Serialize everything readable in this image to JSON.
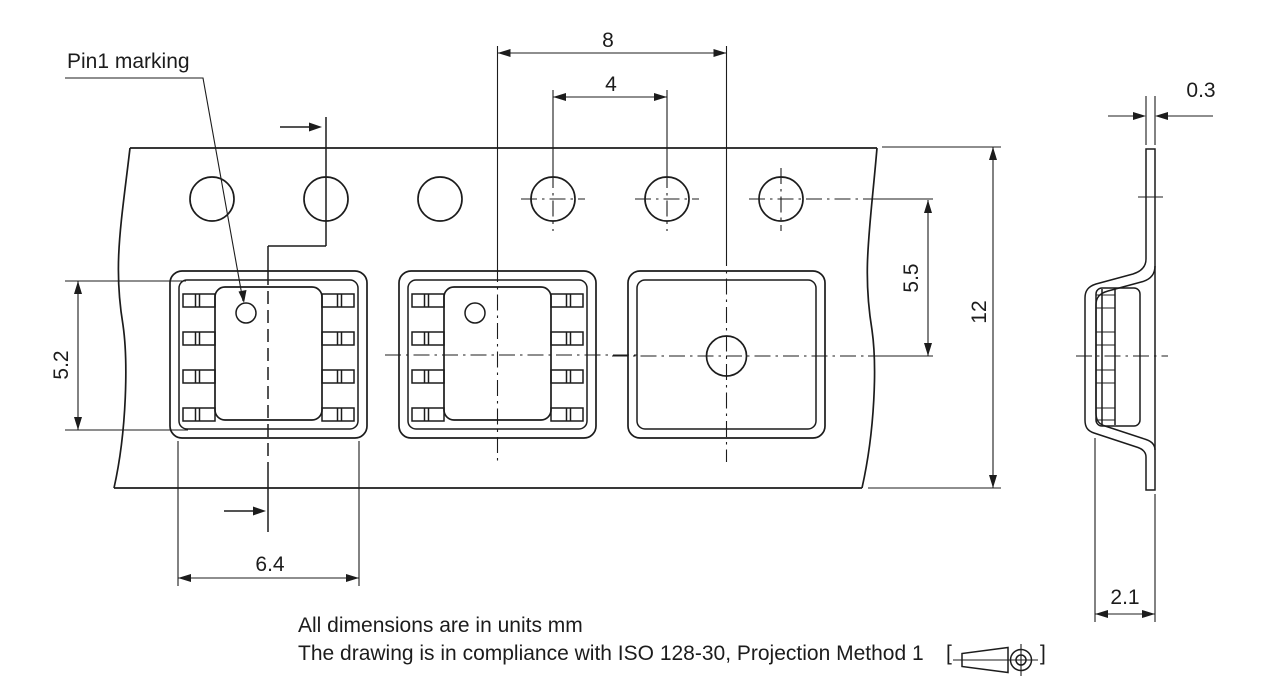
{
  "labels": {
    "pin1_marking": "Pin1 marking"
  },
  "dimensions": {
    "pocket_pitch": "8",
    "sprocket_hole_pitch": "4",
    "pocket_length": "5.2",
    "pocket_width": "6.4",
    "hole_to_pocket_center": "5.5",
    "tape_width": "12",
    "tape_thickness": "0.3",
    "pocket_depth": "2.1"
  },
  "notes": {
    "units_line": "All dimensions are in units mm",
    "compliance_line": "The drawing is in compliance with ISO 128-30, Projection Method 1",
    "bracket_open": "[",
    "bracket_close": "]"
  },
  "colors": {
    "line": "#1c1c1c",
    "background": "#ffffff"
  }
}
